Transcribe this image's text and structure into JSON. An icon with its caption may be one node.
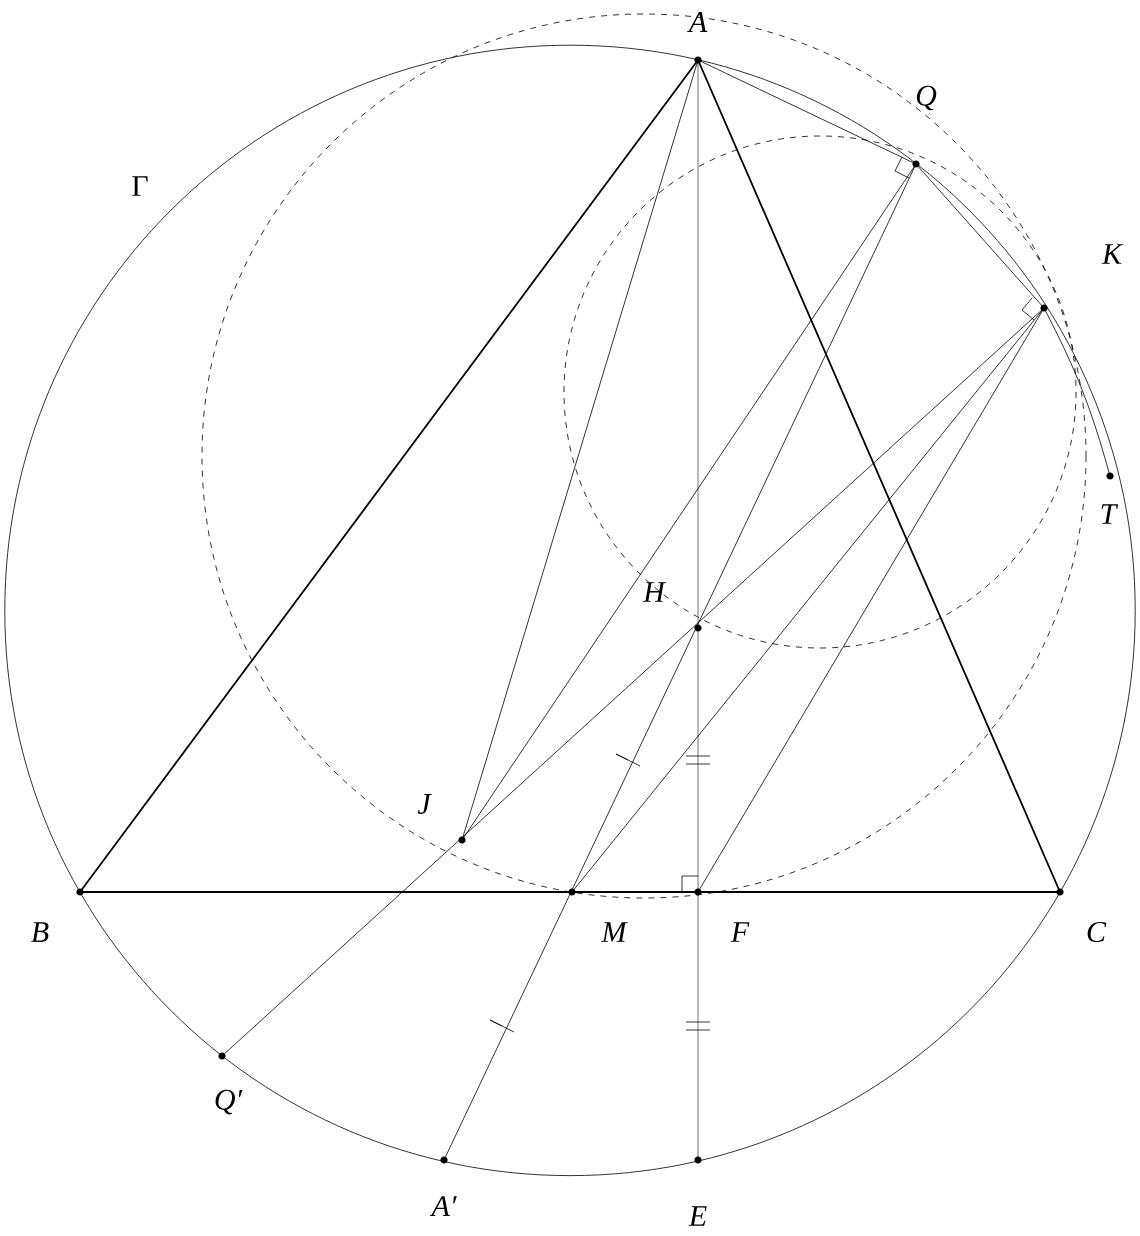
{
  "diagram": {
    "labels": [
      "A",
      "Q",
      "K",
      "Γ",
      "T",
      "H",
      "J",
      "B",
      "M",
      "F",
      "C",
      "Q′",
      "A′",
      "E"
    ]
  }
}
